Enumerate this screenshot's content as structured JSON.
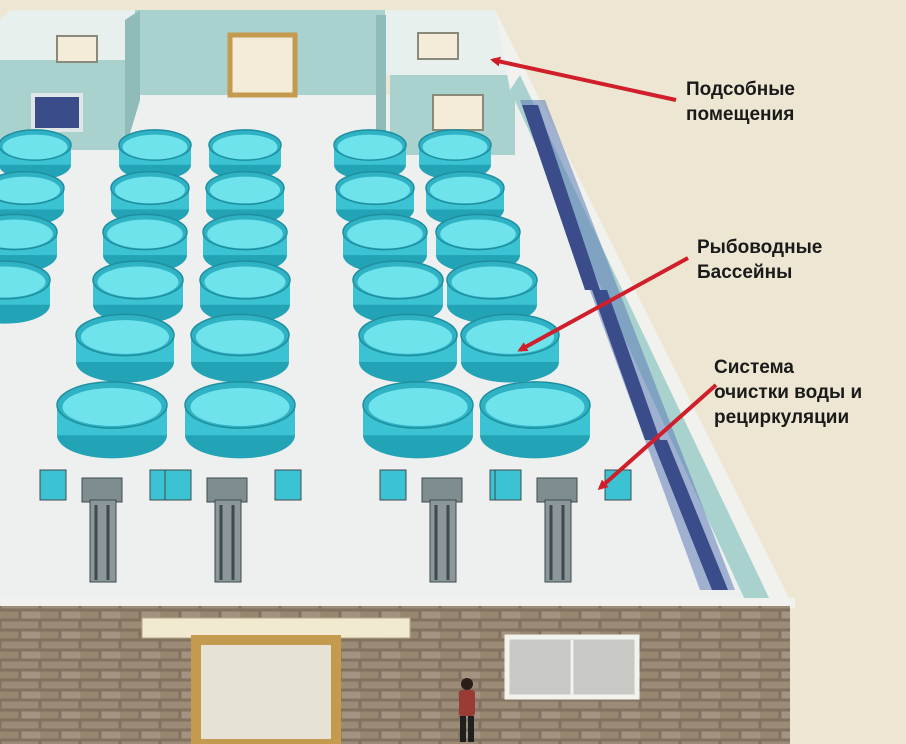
{
  "annotations": {
    "auxiliary_rooms": [
      "Подсобные",
      "помещения"
    ],
    "fish_pools": [
      "Рыбоводные",
      "Бассейны"
    ],
    "treatment_system": [
      "Система",
      "очистки воды и",
      "рециркуляции"
    ]
  },
  "colors": {
    "background": "#ece6d2",
    "floor": "#eef0ef",
    "wall": "#a9d2cf",
    "wall_top": "#e8f0ee",
    "tank": "#3cc3d3",
    "tank_water": "#6ee3ec",
    "brick": "#8b7b67",
    "door_frame": "#c49a4e",
    "arrow": "#d01f2a",
    "window": "#3a4d8a"
  },
  "icons": {
    "arrow": "red-arrow",
    "person": "person-figure"
  }
}
